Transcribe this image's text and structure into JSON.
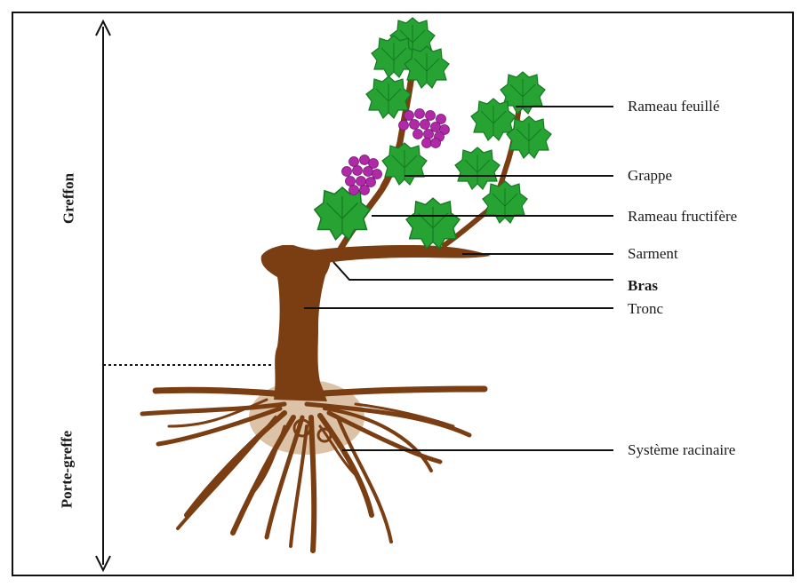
{
  "labels": {
    "rameau_feuille": "Rameau feuillé",
    "grappe": "Grappe",
    "rameau_fructifere": "Rameau fructifère",
    "sarment": "Sarment",
    "bras": "Bras",
    "tronc": "Tronc",
    "systeme_racinaire": "Système racinaire"
  },
  "side_labels": {
    "greffon": "Greffon",
    "porte_greffe": "Porte-greffe"
  },
  "colors": {
    "wood": "#7a3e12",
    "leaf": "#27a334",
    "leaf_dark": "#157a22",
    "grape": "#b02aa8",
    "soil": "#dcc2a6"
  }
}
